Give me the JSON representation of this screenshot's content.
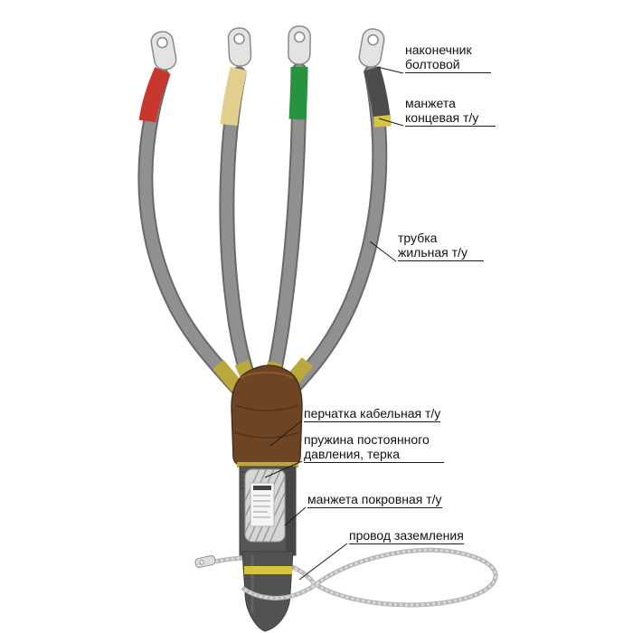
{
  "labels": [
    {
      "text": "наконечник болтовой"
    },
    {
      "text": "манжета концевая т/у"
    },
    {
      "text": "трубка жильная т/у"
    },
    {
      "text": "перчатка кабельная т/у"
    },
    {
      "text": "пружина постоянного давления, терка"
    },
    {
      "text": "манжета покровная т/у"
    },
    {
      "text": "провод заземления"
    }
  ],
  "colors": {
    "phase_red": "#c8372d",
    "phase_yellow": "#e2cf8f",
    "phase_green": "#27933f",
    "phase_neutral": "#4c4c4c",
    "cable_gray": "#909090",
    "cable_outline": "#696969",
    "marker_yellow": "#bba83c",
    "glove_brown": "#6e4524",
    "glove_edge": "#4e2f16",
    "trunk_gray": "#565656",
    "trunk_dark": "#464646",
    "band_yellow": "#d9c53b",
    "spring_window": "#d6d6d6",
    "ground_wire": "#b8b8b8",
    "lug_silver": "#e3e3e3",
    "leader": "#1a1a1a"
  }
}
